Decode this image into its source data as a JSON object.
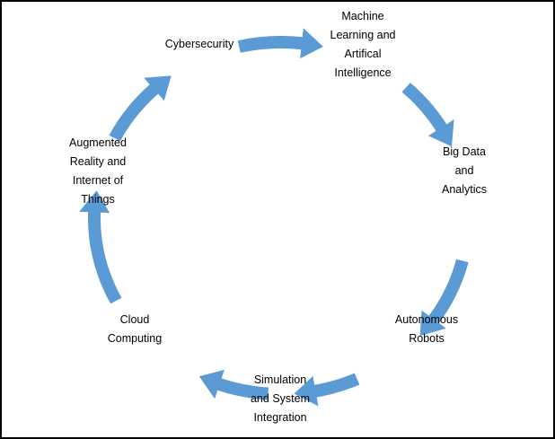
{
  "colors": {
    "arrow": "#5b9bd5",
    "border": "#000000",
    "text": "#000000",
    "background": "#ffffff"
  },
  "nodes": [
    {
      "lines": [
        "Machine",
        "Learning and",
        "Artifical",
        "Intelligence"
      ]
    },
    {
      "lines": [
        "Big Data",
        "and",
        "Analytics"
      ]
    },
    {
      "lines": [
        "Autonomous",
        "Robots"
      ]
    },
    {
      "lines": [
        "Simulation",
        "and System",
        "Integration"
      ]
    },
    {
      "lines": [
        "Cloud",
        "Computing"
      ]
    },
    {
      "lines": [
        "Augmented",
        "Reality and",
        "Internet of",
        "Things"
      ]
    },
    {
      "lines": [
        "Cybersecurity"
      ]
    }
  ]
}
